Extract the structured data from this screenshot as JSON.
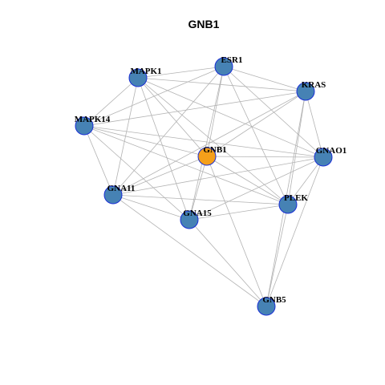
{
  "title": "GNB1",
  "colors": {
    "node_fill": "#4682b4",
    "center_fill": "#f5a01a",
    "node_border": "#1a2fd6",
    "edge": "#b3b3b3",
    "background": "#ffffff"
  },
  "nodes": [
    {
      "id": "ESR1",
      "label": "ESR1",
      "center": false
    },
    {
      "id": "MAPK1",
      "label": "MAPK1",
      "center": false
    },
    {
      "id": "KRAS",
      "label": "KRAS",
      "center": false
    },
    {
      "id": "MAPK14",
      "label": "MAPK14",
      "center": false
    },
    {
      "id": "GNB1",
      "label": "GNB1",
      "center": true
    },
    {
      "id": "GNAO1",
      "label": "GNAO1",
      "center": false
    },
    {
      "id": "GNA11",
      "label": "GNA11",
      "center": false
    },
    {
      "id": "PLEK",
      "label": "PLEK",
      "center": false
    },
    {
      "id": "GNA15",
      "label": "GNA15",
      "center": false
    },
    {
      "id": "GNB5",
      "label": "GNB5",
      "center": false
    }
  ],
  "edges": [
    [
      "ESR1",
      "MAPK1"
    ],
    [
      "ESR1",
      "KRAS"
    ],
    [
      "ESR1",
      "MAPK14"
    ],
    [
      "ESR1",
      "GNB1"
    ],
    [
      "ESR1",
      "GNAO1"
    ],
    [
      "ESR1",
      "GNA11"
    ],
    [
      "ESR1",
      "PLEK"
    ],
    [
      "ESR1",
      "GNA15"
    ],
    [
      "MAPK1",
      "KRAS"
    ],
    [
      "MAPK1",
      "MAPK14"
    ],
    [
      "MAPK1",
      "GNB1"
    ],
    [
      "MAPK1",
      "GNAO1"
    ],
    [
      "MAPK1",
      "GNA11"
    ],
    [
      "MAPK1",
      "PLEK"
    ],
    [
      "MAPK1",
      "GNA15"
    ],
    [
      "KRAS",
      "MAPK14"
    ],
    [
      "KRAS",
      "GNB1"
    ],
    [
      "KRAS",
      "GNAO1"
    ],
    [
      "KRAS",
      "GNA11"
    ],
    [
      "KRAS",
      "PLEK"
    ],
    [
      "KRAS",
      "GNB5"
    ],
    [
      "MAPK14",
      "GNB1"
    ],
    [
      "MAPK14",
      "GNAO1"
    ],
    [
      "MAPK14",
      "GNA11"
    ],
    [
      "MAPK14",
      "PLEK"
    ],
    [
      "MAPK14",
      "GNA15"
    ],
    [
      "GNB1",
      "GNAO1"
    ],
    [
      "GNB1",
      "GNA11"
    ],
    [
      "GNB1",
      "PLEK"
    ],
    [
      "GNB1",
      "GNA15"
    ],
    [
      "GNB1",
      "GNB5"
    ],
    [
      "GNAO1",
      "GNA11"
    ],
    [
      "GNAO1",
      "PLEK"
    ],
    [
      "GNAO1",
      "GNA15"
    ],
    [
      "GNAO1",
      "GNB5"
    ],
    [
      "GNA11",
      "PLEK"
    ],
    [
      "GNA11",
      "GNA15"
    ],
    [
      "GNA11",
      "GNB5"
    ],
    [
      "PLEK",
      "GNA15"
    ],
    [
      "PLEK",
      "GNB5"
    ],
    [
      "GNA15",
      "GNB5"
    ]
  ]
}
